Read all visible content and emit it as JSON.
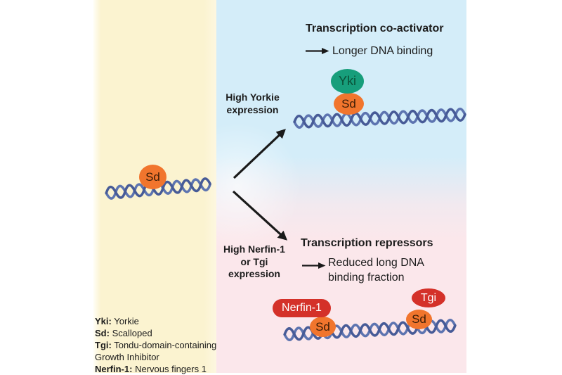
{
  "colors": {
    "yellow_bg": "#fbf3d0",
    "blue_bg": "#d4edf9",
    "pink_bg": "#fbe7eb",
    "teal": "#179e7b",
    "teal_text": "#0a5037",
    "orange": "#f1752d",
    "orange_text": "#3a1c06",
    "red": "#d43129",
    "dna_dark": "#475b97",
    "dna_mid": "#5d74b0"
  },
  "proteins": {
    "yki": "Yki",
    "sd": "Sd",
    "tgi": "Tgi",
    "nerfin": "Nerfin-1"
  },
  "top_pathway": {
    "heading": "Transcription co-activator",
    "outcome": "Longer DNA binding",
    "condition_lines": [
      "High Yorkie",
      "expression"
    ]
  },
  "bottom_pathway": {
    "heading": "Transcription repressors",
    "outcome_lines": [
      "Reduced long DNA",
      "binding fraction"
    ],
    "condition_lines": [
      "High Nerfin-1",
      "or Tgi",
      "expression"
    ]
  },
  "legend": {
    "entries": [
      {
        "term": "Yki:",
        "definition": "Yorkie"
      },
      {
        "term": "Sd:",
        "definition": "Scalloped"
      },
      {
        "term": "Tgi:",
        "definition": "Tondu-domain-containing Growth Inhibitor"
      },
      {
        "term": "Nerfin-1:",
        "definition": "Nervous fingers 1"
      }
    ]
  }
}
